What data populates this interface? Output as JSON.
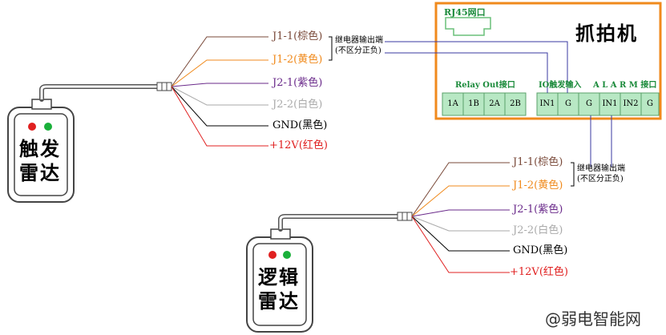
{
  "camera": {
    "title": "抓拍机",
    "rj45_label": "RJ45网口",
    "relay_out_label": "Relay Out接口",
    "io_trigger_label": "IO触发输入",
    "alarm_label": "A L A R M 接口",
    "ports": [
      "1A",
      "1B",
      "2A",
      "2B",
      "IN1",
      "G",
      "G",
      "IN1",
      "IN2",
      "G"
    ],
    "border_color": "#f08a1c",
    "terminal_color": "#b8e8c4"
  },
  "trigger_radar": {
    "title_line1": "触发",
    "title_line2": "雷达",
    "wires": [
      "J1-1(棕色)",
      "J1-2(黄色)",
      "J2-1(紫色)",
      "J2-2(白色)",
      "GND(黑色)",
      "+12V(红色)"
    ],
    "relay_note_line1": "继电器输出端",
    "relay_note_line2": "(不区分正负)"
  },
  "logic_radar": {
    "title_line1": "逻辑",
    "title_line2": "雷达",
    "wires": [
      "J1-1(棕色)",
      "J1-2(黄色)",
      "J2-1(紫色)",
      "J2-2(白色)",
      "GND(黑色)",
      "+12V(红色)"
    ],
    "relay_note_line1": "继电器输出端",
    "relay_note_line2": "(不区分正负)"
  },
  "wire_colors": [
    "#7a4a3a",
    "#f08a1c",
    "#6a2a8a",
    "#aaaaaa",
    "#000000",
    "#e02020"
  ],
  "watermark": "@弱电智能网"
}
